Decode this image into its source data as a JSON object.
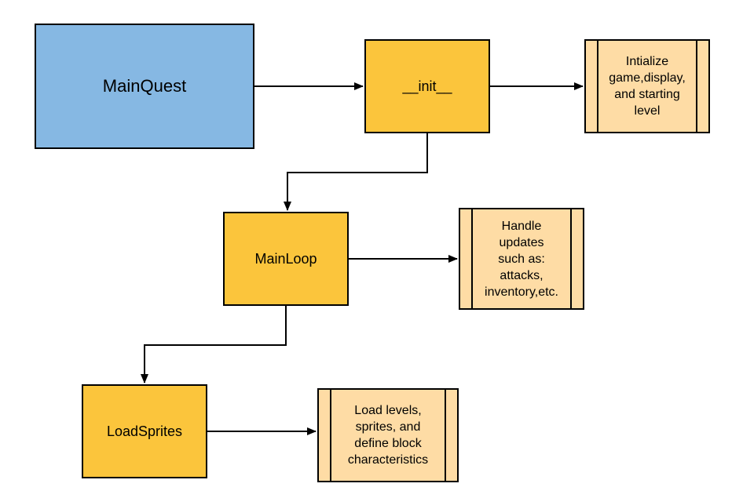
{
  "diagram": {
    "nodes": {
      "main_quest": {
        "label": "MainQuest"
      },
      "init": {
        "label": "__init__"
      },
      "init_desc": {
        "label": "Intialize\ngame,display,\nand starting\nlevel"
      },
      "main_loop": {
        "label": "MainLoop"
      },
      "main_loop_desc": {
        "label": "Handle\nupdates\nsuch as:\nattacks,\ninventory,etc."
      },
      "load_sprites": {
        "label": "LoadSprites"
      },
      "load_sprites_desc": {
        "label": "Load levels,\nsprites, and\ndefine block\ncharacteristics"
      }
    },
    "edges": [
      {
        "from": "main_quest",
        "to": "init"
      },
      {
        "from": "init",
        "to": "init_desc"
      },
      {
        "from": "init",
        "to": "main_loop"
      },
      {
        "from": "main_loop",
        "to": "main_loop_desc"
      },
      {
        "from": "main_loop",
        "to": "load_sprites"
      },
      {
        "from": "load_sprites",
        "to": "load_sprites_desc"
      }
    ],
    "colors": {
      "main_quest_fill": "#86b8e3",
      "function_fill": "#fbc53c",
      "process_fill": "#fedca5",
      "stroke": "#000000"
    }
  }
}
